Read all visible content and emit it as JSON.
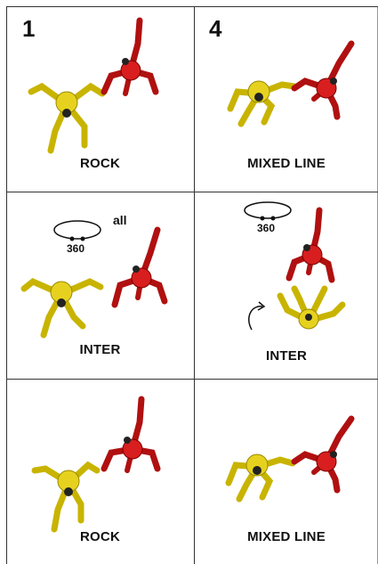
{
  "panels": [
    {
      "number": "1",
      "caption": "ROCK"
    },
    {
      "number": "4",
      "caption": "MIXED LINE"
    },
    {
      "caption": "INTER",
      "rotation_label": "360",
      "rotation_scope": "all"
    },
    {
      "caption": "INTER",
      "rotation_label": "360"
    },
    {
      "caption": "ROCK"
    },
    {
      "caption": "MIXED LINE"
    }
  ],
  "colors": {
    "yellow_figure": "#e6d21e",
    "red_figure": "#d81e1e",
    "grid_lines": "#333333"
  }
}
